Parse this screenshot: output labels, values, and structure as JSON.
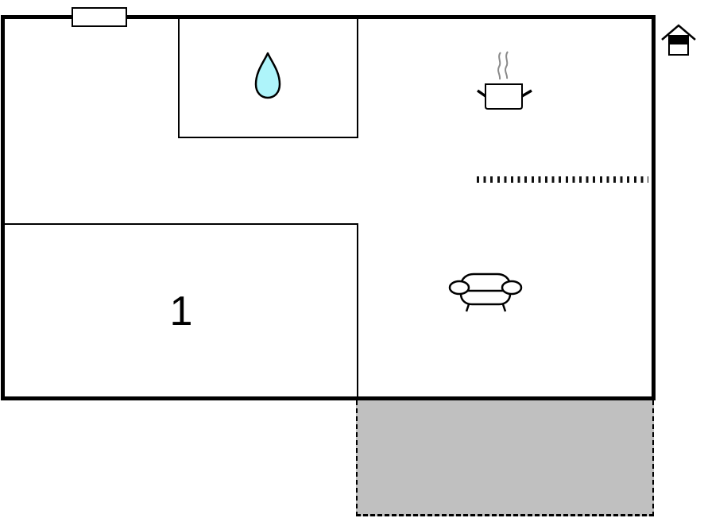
{
  "floor_plan": {
    "rooms": [
      {
        "id": "bathroom",
        "icon": "water-drop-icon"
      },
      {
        "id": "kitchen",
        "icon": "cooking-pot-icon"
      },
      {
        "id": "living-room",
        "icon": "sofa-icon"
      },
      {
        "id": "bedroom",
        "label": "1"
      }
    ],
    "bedroom_label": "1",
    "terrace": {
      "style": "dashed-outline",
      "fill": "#c0c0c0"
    },
    "entrance_icon": "house-entrance-icon",
    "window_icon": "window",
    "partition_style": "dotted-divider"
  },
  "colors": {
    "wall": "#000000",
    "water_drop_fill": "#aef4fa",
    "steam": "#8a8a8a",
    "terrace_fill": "#c0c0c0",
    "background": "#ffffff"
  }
}
